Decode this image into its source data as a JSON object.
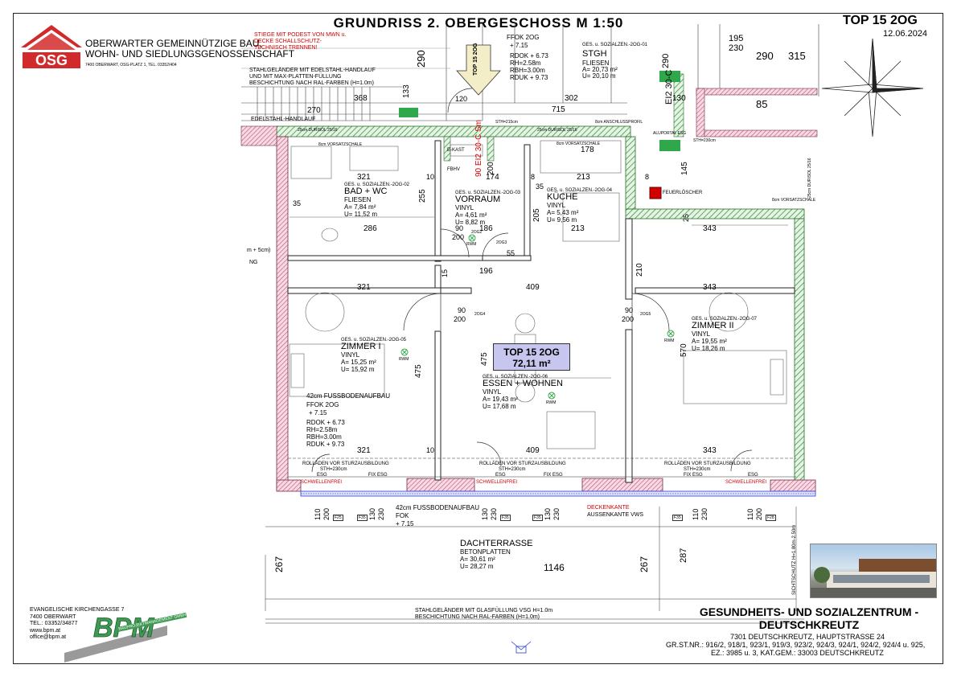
{
  "header": {
    "title": "GRUNDRISS  2. OBERGESCHOSS  M 1:50",
    "top_id": "TOP 15 2OG",
    "date": "12.06.2024"
  },
  "logo": {
    "mark": "OSG",
    "line1": "OBERWARTER GEMEINNÜTZIGE BAU,",
    "line2": "WOHN- UND SIEDLUNGSGENOSSENSCHAFT",
    "address": "7400 OBERWART, OSG-PLATZ 1, TEL. 03352/404"
  },
  "notes": {
    "stiege_red_1": "STIEGE MIT PODEST VON MWN u.",
    "stiege_red_2": "DECKE SCHALLSCHUTZ-",
    "stiege_red_3": "TECHNISCH TRENNEN!",
    "gelaender_1": "STAHLGELÄNDER MIT EDELSTAHL-HANDLAUF",
    "gelaender_2": "UND MIT MAX-PLATTEN-FÜLLUNG",
    "gelaender_3": "BESCHICHTUNG NACH RAL-FARBEN (H=1.0m)",
    "handlauf": "EDELSTAHL-HANDLAUF",
    "durisol_1": "25cm DURISOL 25/16",
    "durisol_2": "25cm DURISOL 25/16",
    "vorsatz_1": "8cm VORSATZSCHALE",
    "vorsatz_2": "8cm VORSATZSCHALE",
    "anschluss": "8cm ANSCHLUSSPROFIL",
    "sth_215": "STH=215cm",
    "aluportal": "ALUPORTAL ESG",
    "sth_230": "STH=230cm",
    "feuerloescher": "FEUERLÖSCHER",
    "vorsatz_right": "8cm VORSATZSCHALE",
    "fbh": "FBHV",
    "ekast": "E-KAST",
    "el_label": "90 EI2 30-C Sm",
    "stgh_door": "EI2 30-C",
    "fussboden_1": "42cm FUSSBODENAUFBAU",
    "fussboden_2": "42cm FUSSBODENAUFBAU",
    "rollaeden_1": "ROLLÄDEN VOR STURZAUSBILDUNG",
    "rollaeden_2": "ROLLÄDEN VOR STURZAUSBILDUNG",
    "rollaeden_3": "ROLLÄDEN VOR STURZAUSBILDUNG",
    "sth_230_a": "STH=230cm",
    "sth_230_b": "STH=230cm",
    "sth_230_c": "STH=230cm",
    "esg_1": "ESG",
    "fixesg_1": "FIX ESG",
    "esg_2": "ESG",
    "fixesg_2": "FIX ESG",
    "esg_3": "ESG",
    "fixesg_3": "FIX ESG",
    "schwellen_1": "SCHWELLENFREI",
    "schwellen_2": "SCHWELLENFREI",
    "schwellen_3": "SCHWELLENFREI",
    "deckenkante": "DECKENKANTE",
    "aussenkante": "AUSSENKANTE VWS",
    "sichtschutz": "SICHTSCHUTZ H=1.80m-2.50m",
    "glas_1": "STAHLGELÄNDER MIT GLASFÜLLUNG VSG H=1.0m",
    "glas_2": "BESCHICHTUNG NACH RAL-FARBEN (H=1.0m)",
    "ng": "NG",
    "m5": "m + 5cm)",
    "rwm": "RWM",
    "fok": "FOK",
    "fok_val": "+ 7.15",
    "dim_plus": "25"
  },
  "stgh": {
    "ffok": "FFOK 2OG",
    "ffok_val": "+ 7.15",
    "rdok": "RDOK + 6.73",
    "rh": "RH=2.58m",
    "rbh": "RBH=3.00m",
    "rduk": "RDUK + 9.73",
    "code": "GES. u. SOZIALZEN.-2OG-01",
    "name": "STGH",
    "floor": "FLIESEN",
    "area": "A= 20,73 m²",
    "perim": "U= 20,10 m"
  },
  "rooms": [
    {
      "code": "GES. u. SOZIALZEN.-2OG-02",
      "name": "BAD + WC",
      "floor": "FLIESEN",
      "area": "A=  7,84 m²",
      "perim": "U= 11,52 m"
    },
    {
      "code": "GES. u. SOZIALZEN.-2OG-03",
      "name": "VORRAUM",
      "floor": "VINYL",
      "area": "A=  4,61 m²",
      "perim": "U=  8,82 m"
    },
    {
      "code": "GES. u. SOZIALZEN.-2OG-04",
      "name": "KÜCHE",
      "floor": "VINYL",
      "area": "A=  5,43 m²",
      "perim": "U=  9,56 m"
    },
    {
      "code": "GES. u. SOZIALZEN.-2OG-05",
      "name": "ZIMMER I",
      "floor": "VINYL",
      "area": "A= 15,25 m²",
      "perim": "U= 15,92 m"
    },
    {
      "code": "GES. u. SOZIALZEN.-2OG-06",
      "name": "ESSEN + WOHNEN",
      "floor": "VINYL",
      "area": "A= 19,43 m²",
      "perim": "U= 17,68 m"
    },
    {
      "code": "GES. u. SOZIALZEN.-2OG-07",
      "name": "ZIMMER II",
      "floor": "VINYL",
      "area": "A= 19,55 m²",
      "perim": "U= 18,26 m"
    }
  ],
  "zimmer1_levels": {
    "ffok": "FFOK 2OG",
    "ffok_val": "+ 7.15",
    "rdok": "RDOK + 6.73",
    "rh": "RH=2.58m",
    "rbh": "RBH=3.00m",
    "rduk": "RDUK + 9.73"
  },
  "top_badge": {
    "label": "TOP 15 2OG",
    "area": "72,11 m²"
  },
  "arrow_label": "TOP 15 2OG",
  "terrace": {
    "name": "DACHTERRASSE",
    "floor": "BETONPLATTEN",
    "area": "A= 30,61 m²",
    "perim": "U= 28,27 m"
  },
  "dims": {
    "d368": "368",
    "d270": "270",
    "d715": "715",
    "d302": "302",
    "d120": "120",
    "d321a": "321",
    "d321b": "321",
    "d321c": "321",
    "d174": "174",
    "d213a": "213",
    "d213b": "213",
    "d286": "286",
    "d186": "186",
    "d409a": "409",
    "d409b": "409",
    "d343a": "343",
    "d343b": "343",
    "d343c": "343",
    "d196": "196",
    "d255": "255",
    "d205": "205",
    "d210": "210",
    "d570": "570",
    "d475a": "475",
    "d475b": "475",
    "d1146": "1146",
    "d267a": "267",
    "d267b": "267",
    "d287": "287",
    "d290a": "290",
    "d290b": "290",
    "d315": "315",
    "d195": "195",
    "d230": "230",
    "d85": "85",
    "d178": "178",
    "d35a": "35",
    "d35b": "35",
    "d10a": "10",
    "d10b": "10",
    "d133": "133",
    "d200": "200",
    "d90": "90",
    "d55": "55",
    "d15": "15",
    "d130": "130",
    "d8a": "8",
    "d8b": "8",
    "d145": "145",
    "d25": "25",
    "d290c": "290"
  },
  "doors": [
    {
      "w": "90",
      "h": "200",
      "tag": "2OG2"
    },
    {
      "w": "90",
      "h": "200",
      "tag": "2OG3"
    },
    {
      "w": "90",
      "h": "200",
      "tag": "2OG4"
    },
    {
      "w": "90",
      "h": "200",
      "tag": "2OG5"
    }
  ],
  "windows": [
    {
      "a": "110",
      "b": "200",
      "tag": "F25"
    },
    {
      "a": "130",
      "b": "230",
      "tag": "F35"
    },
    {
      "a": "130",
      "b": "230",
      "tag": "F35"
    },
    {
      "a": "130",
      "b": "230",
      "tag": "F35"
    },
    {
      "a": "110",
      "b": "230",
      "tag": "F35"
    },
    {
      "a": "110",
      "b": "200",
      "tag": "F28"
    }
  ],
  "bpm": {
    "logo": "BPM",
    "subtitle": "BAUPROJEKTMANAGEMENT GMBH",
    "street": "EVANGELISCHE KIRCHENGASSE 7",
    "city": "7400 OBERWART",
    "tel": "TEL.: 03352/34877",
    "web": "www.bpm.at",
    "mail": "office@bpm.at"
  },
  "project": {
    "title1": "GESUNDHEITS- UND SOZIALZENTRUM -",
    "title2": "DEUTSCHKREUTZ",
    "address": "7301 DEUTSCHKREUTZ, HAUPTSTRASSE 24",
    "parcels": "GR.ST.NR.: 916/2, 918/1, 923/1, 919/3, 923/2, 924/3, 924/1, 924/2, 924/4 u. 925,",
    "ez": "EZ.: 3985 u. 3, KAT.GEM.: 33003 DEUTSCHKREUTZ"
  },
  "colors": {
    "hatch_green": "#3c9a3c",
    "wall_pink": "#c0567a",
    "badge": "#c7c6ef",
    "exit_green": "#2ea84a",
    "window_blue": "#2b3fd1",
    "osg_red": "#d22a2a",
    "bpm_green": "#3e9a52"
  }
}
